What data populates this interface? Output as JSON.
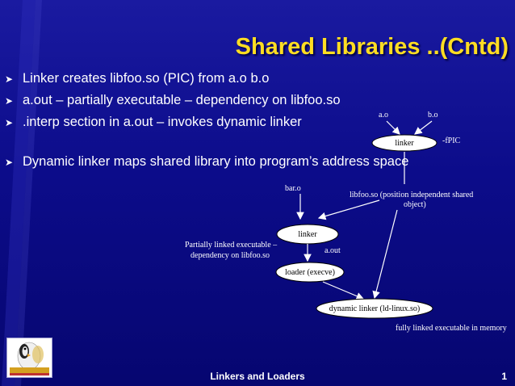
{
  "slide": {
    "title": "Shared Libraries ..(Cntd)",
    "bullets": [
      "Linker creates libfoo.so (PIC) from a.o b.o",
      "a.out – partially executable – dependency on libfoo.so",
      ".interp section in a.out – invokes dynamic linker",
      "Dynamic linker maps shared library into program’s address space"
    ],
    "footer": "Linkers and Loaders",
    "page_number": "1"
  },
  "diagram": {
    "a_o": "a.o",
    "b_o": "b.o",
    "linker_top": "linker",
    "fpic": "-fPIC",
    "bar_o": "bar.o",
    "libfoo_line1": "libfoo.so (position independent shared",
    "libfoo_line2": "object)",
    "linker_mid": "linker",
    "partial_line1": "Partially linked executable –",
    "partial_line2": "dependency on libfoo.so",
    "a_out": "a.out",
    "loader": "loader (execve)",
    "dynamic_linker": "dynamic linker (ld-linux.so)",
    "fully_linked": "fully linked executable in memory"
  },
  "colors": {
    "background": "#0c0c8a",
    "title": "#ffdd22",
    "text": "#ffffff"
  }
}
